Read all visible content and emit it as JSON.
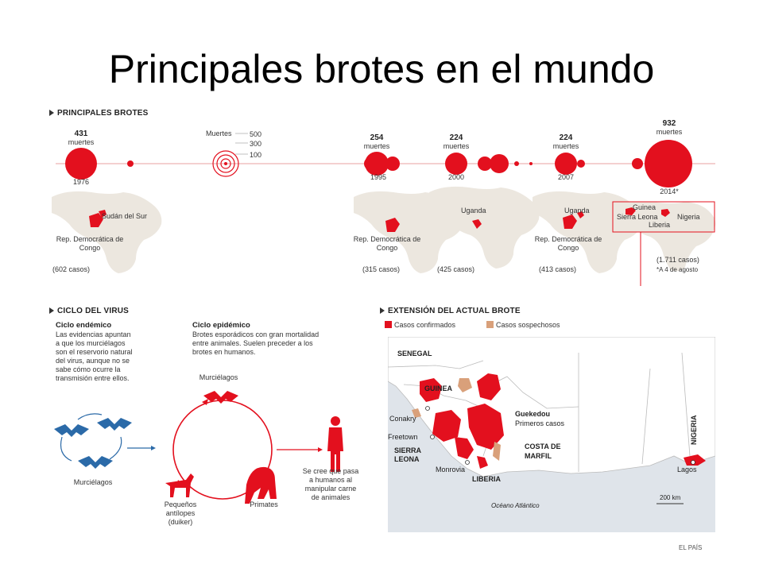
{
  "slide": {
    "title": "Principales brotes en el mundo"
  },
  "timeline": {
    "section_title": "PRINCIPALES BROTES",
    "outbreaks": [
      {
        "deaths": "431",
        "deaths_unit": "muertes",
        "year": "1976",
        "region_label_1": "Sudán del Sur",
        "region_label_2": "Rep. Democrática de Congo",
        "cases": "(602 casos)"
      },
      {
        "deaths": "254",
        "deaths_unit": "muertes",
        "year": "1995",
        "region_label_1": "Rep. Democrática de Congo",
        "cases": "(315 casos)"
      },
      {
        "deaths": "224",
        "deaths_unit": "muertes",
        "year": "2000",
        "region_label_1": "Uganda",
        "cases": "(425 casos)"
      },
      {
        "deaths": "224",
        "deaths_unit": "muertes",
        "year": "2007",
        "region_label_1": "Uganda",
        "region_label_2": "Rep. Democrática de Congo",
        "cases": "(413 casos)"
      },
      {
        "deaths": "932",
        "deaths_unit": "muertes",
        "year": "2014*",
        "cases": "(1.711 casos)",
        "note": "*A 4 de agosto",
        "countries": [
          "Guinea",
          "Sierra Leona",
          "Liberia",
          "Nigeria"
        ]
      }
    ],
    "legend": {
      "title": "Muertes",
      "scale": [
        "500",
        "300",
        "100"
      ]
    }
  },
  "cycle": {
    "section_title": "CICLO DEL VIRUS",
    "endemic_title": "Ciclo endémico",
    "endemic_text": [
      "Las evidencias apuntan",
      "a que los murciélagos",
      "son el reservorio natural",
      "del virus, aunque no se",
      "sabe cómo ocurre la",
      "transmisión entre ellos."
    ],
    "epidemic_title": "Ciclo epidémico",
    "epidemic_text": [
      "Brotes esporádicos con gran mortalidad",
      "entre animales. Suelen preceder a los",
      "brotes en humanos."
    ],
    "label_bats_left": "Murciélagos",
    "label_bats_top": "Murciélagos",
    "label_antelopes": [
      "Pequeños",
      "antílopes",
      "(duiker)"
    ],
    "label_primates": "Primates",
    "label_humans": [
      "Se cree que pasa",
      "a humanos al",
      "manipular carne",
      "de animales"
    ]
  },
  "extent": {
    "section_title": "EXTENSIÓN DEL ACTUAL BROTE",
    "legend_confirmed": "Casos confirmados",
    "legend_suspected": "Casos sospechosos",
    "labels": {
      "senegal": "SENEGAL",
      "guinea": "GUINEA",
      "conakry": "Conakry",
      "freetown": "Freetown",
      "sierra_leona": [
        "SIERRA",
        "LEONA"
      ],
      "monrovia": "Monrovia",
      "liberia": "LIBERIA",
      "guekedou": "Guekedou",
      "primeros": "Primeros casos",
      "costa": [
        "COSTA DE",
        "MARFIL"
      ],
      "nigeria": "NIGERIA",
      "lagos": "Lagos",
      "ocean": "Océano Atlántico",
      "scale": "200 km"
    },
    "colors": {
      "confirmed": "#e3101e",
      "suspected": "#d9a07a",
      "land": "#ffffff",
      "sea": "#dfe4ea"
    }
  },
  "credit": "EL PAÍS"
}
